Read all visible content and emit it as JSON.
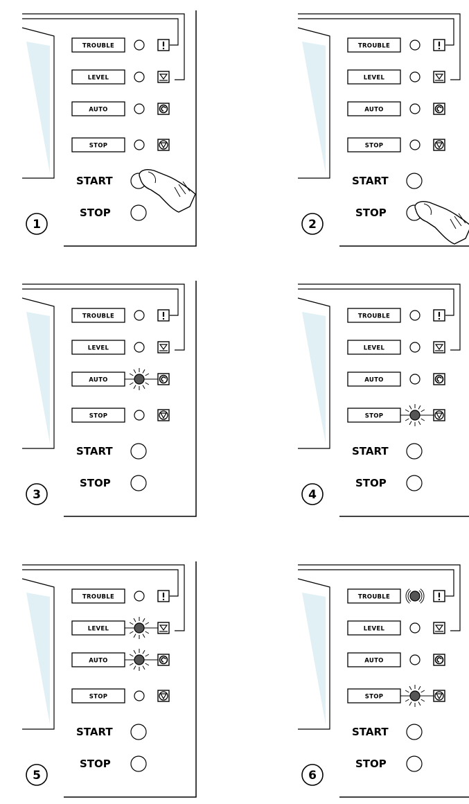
{
  "colors": {
    "lit_lamp": "#555555",
    "screen": "#c9e3ec",
    "line": "#000000"
  },
  "labels": {
    "trouble": "TROUBLE",
    "level": "LEVEL",
    "auto": "AUTO",
    "stop": "STOP",
    "start_button": "START",
    "stop_button": "STOP"
  },
  "icons": {
    "trouble": "exclamation-icon",
    "level": "level-triangle-icon",
    "auto": "auto-swirl-icon",
    "stop": "stop-triangle-icon"
  },
  "panels": [
    {
      "number": "1",
      "lit": [],
      "blink": [],
      "finger": "start"
    },
    {
      "number": "2",
      "lit": [],
      "blink": [],
      "finger": "stop"
    },
    {
      "number": "3",
      "lit": [
        "auto"
      ],
      "blink": [
        "auto"
      ],
      "finger": null
    },
    {
      "number": "4",
      "lit": [
        "stop"
      ],
      "blink": [
        "stop"
      ],
      "finger": null
    },
    {
      "number": "5",
      "lit": [
        "level",
        "auto"
      ],
      "blink": [
        "level",
        "auto"
      ],
      "finger": null
    },
    {
      "number": "6",
      "lit": [
        "trouble",
        "stop"
      ],
      "blink": [
        "stop"
      ],
      "buzz": [
        "trouble"
      ],
      "finger": null
    }
  ]
}
